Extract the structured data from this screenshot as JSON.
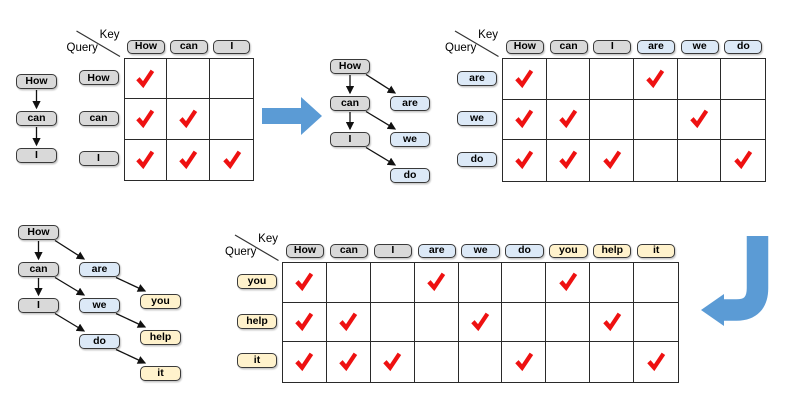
{
  "labels": {
    "key": "Key",
    "query": "Query"
  },
  "colors": {
    "prompt_fill": "#D9D9D9",
    "draft1_fill": "#DCE9F7",
    "draft2_fill": "#FFF2CC",
    "box_border": "#3A3A3A",
    "grid_line": "#2A2A2A",
    "check": "#EE1111",
    "flow_arrow": "#5B9BD5",
    "edge": "#111111",
    "background": "#FFFFFF"
  },
  "trees": [
    {
      "name": "token-chain-prompt",
      "nodes": [
        {
          "id": "how",
          "label": "How",
          "role": "prompt"
        },
        {
          "id": "can",
          "label": "can",
          "role": "prompt"
        },
        {
          "id": "i",
          "label": "I",
          "role": "prompt"
        }
      ],
      "edges": [
        {
          "from": "how",
          "to": "can"
        },
        {
          "from": "can",
          "to": "i"
        }
      ]
    },
    {
      "name": "token-tree-step2",
      "nodes": [
        {
          "id": "how",
          "label": "How",
          "role": "prompt"
        },
        {
          "id": "can",
          "label": "can",
          "role": "prompt"
        },
        {
          "id": "i",
          "label": "I",
          "role": "prompt"
        },
        {
          "id": "are",
          "label": "are",
          "role": "draft1"
        },
        {
          "id": "we",
          "label": "we",
          "role": "draft1"
        },
        {
          "id": "do",
          "label": "do",
          "role": "draft1"
        }
      ],
      "edges": [
        {
          "from": "how",
          "to": "can"
        },
        {
          "from": "how",
          "to": "are"
        },
        {
          "from": "can",
          "to": "i"
        },
        {
          "from": "can",
          "to": "we"
        },
        {
          "from": "i",
          "to": "do"
        }
      ]
    },
    {
      "name": "token-tree-step3",
      "nodes": [
        {
          "id": "how",
          "label": "How",
          "role": "prompt"
        },
        {
          "id": "can",
          "label": "can",
          "role": "prompt"
        },
        {
          "id": "i",
          "label": "I",
          "role": "prompt"
        },
        {
          "id": "are",
          "label": "are",
          "role": "draft1"
        },
        {
          "id": "we",
          "label": "we",
          "role": "draft1"
        },
        {
          "id": "do",
          "label": "do",
          "role": "draft1"
        },
        {
          "id": "you",
          "label": "you",
          "role": "draft2"
        },
        {
          "id": "help",
          "label": "help",
          "role": "draft2"
        },
        {
          "id": "it",
          "label": "it",
          "role": "draft2"
        }
      ],
      "edges": [
        {
          "from": "how",
          "to": "can"
        },
        {
          "from": "how",
          "to": "are"
        },
        {
          "from": "can",
          "to": "i"
        },
        {
          "from": "can",
          "to": "we"
        },
        {
          "from": "i",
          "to": "do"
        },
        {
          "from": "are",
          "to": "you"
        },
        {
          "from": "we",
          "to": "help"
        },
        {
          "from": "do",
          "to": "it"
        }
      ]
    }
  ],
  "matrices": [
    {
      "name": "attention-mask-step1",
      "keys": [
        {
          "label": "How",
          "role": "prompt"
        },
        {
          "label": "can",
          "role": "prompt"
        },
        {
          "label": "I",
          "role": "prompt"
        }
      ],
      "queries": [
        {
          "label": "How",
          "role": "prompt"
        },
        {
          "label": "can",
          "role": "prompt"
        },
        {
          "label": "I",
          "role": "prompt"
        }
      ],
      "checks": [
        [
          1,
          0,
          0
        ],
        [
          1,
          1,
          0
        ],
        [
          1,
          1,
          1
        ]
      ]
    },
    {
      "name": "attention-mask-step2",
      "keys": [
        {
          "label": "How",
          "role": "prompt"
        },
        {
          "label": "can",
          "role": "prompt"
        },
        {
          "label": "I",
          "role": "prompt"
        },
        {
          "label": "are",
          "role": "draft1"
        },
        {
          "label": "we",
          "role": "draft1"
        },
        {
          "label": "do",
          "role": "draft1"
        }
      ],
      "queries": [
        {
          "label": "are",
          "role": "draft1"
        },
        {
          "label": "we",
          "role": "draft1"
        },
        {
          "label": "do",
          "role": "draft1"
        }
      ],
      "checks": [
        [
          1,
          0,
          0,
          1,
          0,
          0
        ],
        [
          1,
          1,
          0,
          0,
          1,
          0
        ],
        [
          1,
          1,
          1,
          0,
          0,
          1
        ]
      ]
    },
    {
      "name": "attention-mask-step3",
      "keys": [
        {
          "label": "How",
          "role": "prompt"
        },
        {
          "label": "can",
          "role": "prompt"
        },
        {
          "label": "I",
          "role": "prompt"
        },
        {
          "label": "are",
          "role": "draft1"
        },
        {
          "label": "we",
          "role": "draft1"
        },
        {
          "label": "do",
          "role": "draft1"
        },
        {
          "label": "you",
          "role": "draft2"
        },
        {
          "label": "help",
          "role": "draft2"
        },
        {
          "label": "it",
          "role": "draft2"
        }
      ],
      "queries": [
        {
          "label": "you",
          "role": "draft2"
        },
        {
          "label": "help",
          "role": "draft2"
        },
        {
          "label": "it",
          "role": "draft2"
        }
      ],
      "checks": [
        [
          1,
          0,
          0,
          1,
          0,
          0,
          1,
          0,
          0
        ],
        [
          1,
          1,
          0,
          0,
          1,
          0,
          0,
          1,
          0
        ],
        [
          1,
          1,
          1,
          0,
          0,
          1,
          0,
          0,
          1
        ]
      ]
    }
  ]
}
